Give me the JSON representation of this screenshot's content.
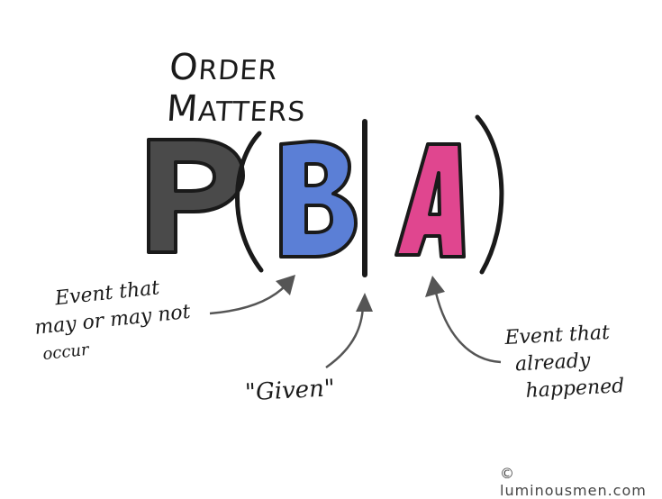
{
  "title": {
    "first_initial": "O",
    "first_rest": "RDER",
    "second_initial": "M",
    "second_rest": "ATTERS"
  },
  "formula": {
    "p": "P",
    "open_paren": "(",
    "b": "B",
    "bar": "|",
    "a": "A",
    "close_paren": ")"
  },
  "colors": {
    "p": "#4a4a4a",
    "b": "#5b7fd6",
    "a": "#e0468f",
    "ink": "#1a1a1a",
    "arrow": "#555555"
  },
  "annotations": {
    "left": {
      "line1": "Event that",
      "line2": "may or may not",
      "line3": "occur"
    },
    "middle": {
      "text": "\"Given\""
    },
    "right": {
      "line1": "Event that",
      "line2": "already",
      "line3": "happened"
    }
  },
  "credit": "© luminousmen.com"
}
